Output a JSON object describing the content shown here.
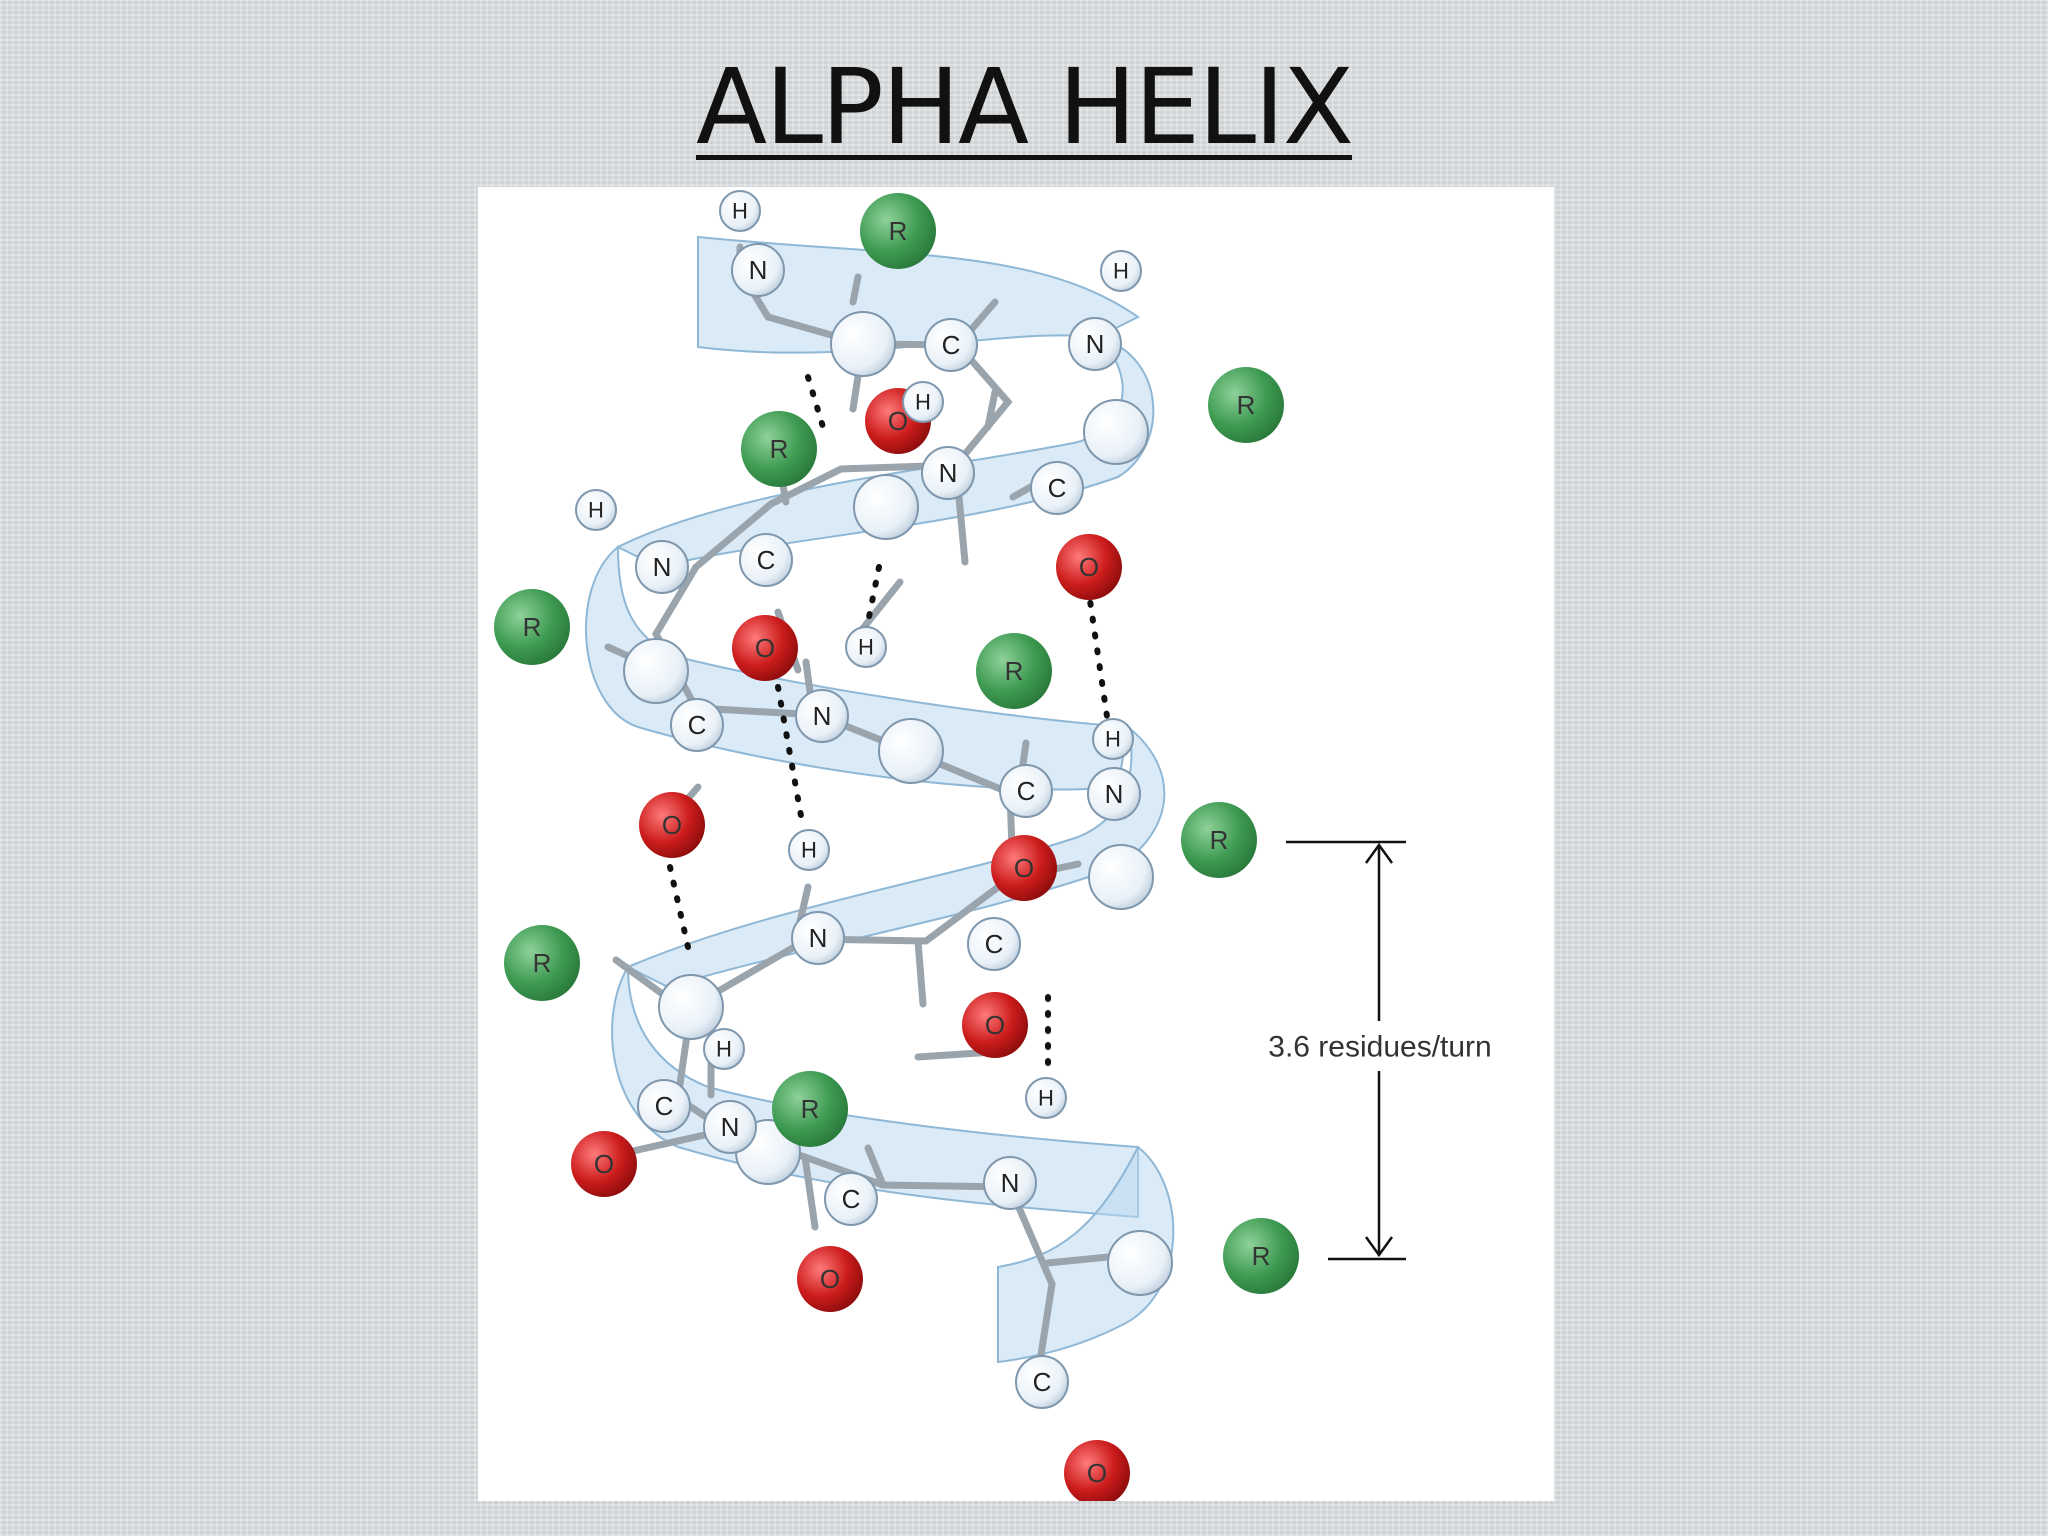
{
  "title": "ALPHA HELIX",
  "figure": {
    "turn_label": "3.6 residues/turn",
    "atom_labels": {
      "N": "N",
      "C": "C",
      "O": "O",
      "H": "H",
      "R": "R"
    },
    "colors": {
      "ribbon": "#bcd9ef",
      "r_group": "#3e9b52",
      "oxygen": "#cc1c1c",
      "backbone_atom": "#eef4fa"
    }
  }
}
